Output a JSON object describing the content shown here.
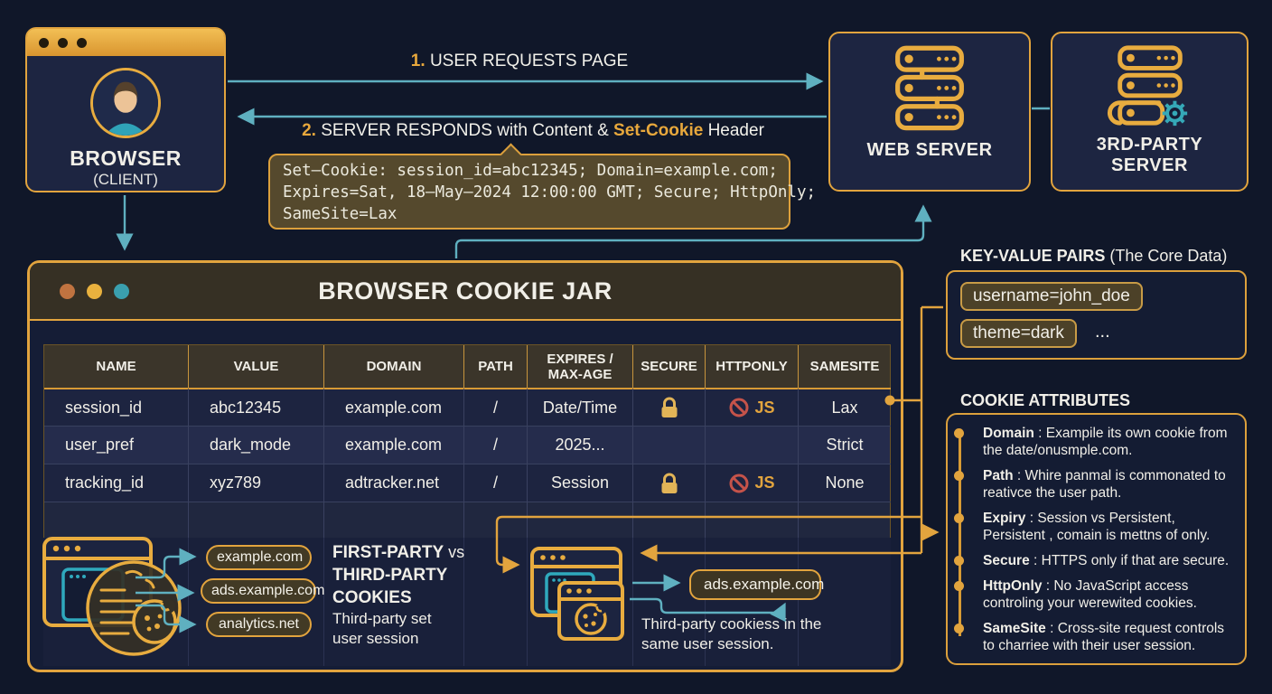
{
  "browser": {
    "title": "BROWSER",
    "subtitle": "(CLIENT)"
  },
  "flow": {
    "step1": {
      "num": "1.",
      "label": "USER REQUESTS PAGE"
    },
    "step2": {
      "num": "2.",
      "pre": "SERVER RESPONDS with Content & ",
      "highlight": "Set-Cookie",
      "post": " Header"
    },
    "code": [
      "Set–Cookie: session_id=abc12345; Domain=example.com;",
      "Expires=Sat, 18–May–2024 12:00:00 GMT; Secure; HttpOnly;",
      "SameSite=Lax"
    ]
  },
  "servers": {
    "web": "WEB SERVER",
    "third_line1": "3RD-PARTY",
    "third_line2": "SERVER"
  },
  "jar": {
    "title": "BROWSER COOKIE JAR",
    "columns": [
      "NAME",
      "VALUE",
      "DOMAIN",
      "PATH",
      "EXPIRES / MAX-AGE",
      "SECURE",
      "HTTPONLY",
      "SAMESITE"
    ],
    "js_label": "JS",
    "rows": [
      {
        "name": "session_id",
        "value": "abc12345",
        "domain": "example.com",
        "path": "/",
        "expires": "Date/Time",
        "secure": "lock",
        "httponly": "no-js",
        "samesite": "Lax"
      },
      {
        "name": "user_pref",
        "value": "dark_mode",
        "domain": "example.com",
        "path": "/",
        "expires": "2025...",
        "secure": "",
        "httponly": "",
        "samesite": "Strict"
      },
      {
        "name": "tracking_id",
        "value": "xyz789",
        "domain": "adtracker.net",
        "path": "/",
        "expires": "Session",
        "secure": "lock",
        "httponly": "no-js",
        "samesite": "None"
      }
    ]
  },
  "first_party": {
    "pills": [
      "example.com",
      "ads.example.com",
      "analytics.net"
    ],
    "head1": "FIRST-PARTY",
    "vs": " vs",
    "head2": "THIRD-PARTY",
    "head3": "COOKIES",
    "caption1": "Third-party set",
    "caption2": "user session"
  },
  "third_party": {
    "pill": "ads.example.com",
    "caption1": "Third-party cookiess in the",
    "caption2": "same user session."
  },
  "key_value": {
    "heading": "KEY-VALUE PAIRS",
    "subheading": " (The Core Data)",
    "pills": [
      "username=john_doe",
      "theme=dark"
    ],
    "more": "..."
  },
  "attributes": {
    "heading": "COOKIE ATTRIBUTES",
    "sep": " : ",
    "items": [
      {
        "term": "Domain",
        "desc": "Exampile its own cookie from the date/onusmple.com."
      },
      {
        "term": "Path",
        "desc": "Whire panmal is commonated to reativce the user path."
      },
      {
        "term": "Expiry",
        "desc": "Session vs Persistent, Persistent , comain is mettns of only."
      },
      {
        "term": "Secure",
        "desc": "HTTPS only if that are secure."
      },
      {
        "term": "HttpOnly",
        "desc": "No JavaScript access controling your werewited cookies."
      },
      {
        "term": "SameSite",
        "desc": "Cross-site request controls to charriee with their user session."
      }
    ]
  },
  "colors": {
    "gold": "#e2a43e",
    "teal": "#5fb0c0",
    "red": "#c5534a",
    "background": "#101729",
    "panel": "#1d2541",
    "brown_bar": "#363024",
    "code_bg": "#55492d"
  }
}
